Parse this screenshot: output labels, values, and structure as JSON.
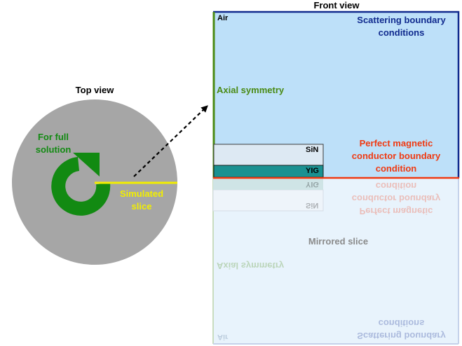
{
  "top_view": {
    "title": "Top view",
    "full_solution_line1": "For full",
    "full_solution_line2": "solution",
    "simulated_line1": "Simulated",
    "simulated_line2": "slice"
  },
  "front_view": {
    "title": "Front view",
    "air": "Air",
    "scattering_line1": "Scattering boundary",
    "scattering_line2": "conditions",
    "axial": "Axial symmetry",
    "sin": "SiN",
    "yig": "YIG",
    "pmc_line1": "Perfect magnetic",
    "pmc_line2": "conductor boundary",
    "pmc_line3": "condition",
    "mirrored": "Mirrored slice"
  },
  "colors": {
    "disk": "#a6a6a6",
    "arrow_green": "#128a12",
    "slice_yellow": "#f2ee00",
    "air_fill": "#bde0f9",
    "mirror_fill": "#e8f3fc",
    "scattering_blue": "#102a8e",
    "axial_green": "#4a8a14",
    "pmc_red": "#f03a12",
    "yig_teal": "#1a9191",
    "sin_fill": "#dde9f3",
    "mirrored_text": "#8a8a8a"
  },
  "icons": [
    "curved-arrow-icon",
    "dashed-arrow-icon"
  ]
}
